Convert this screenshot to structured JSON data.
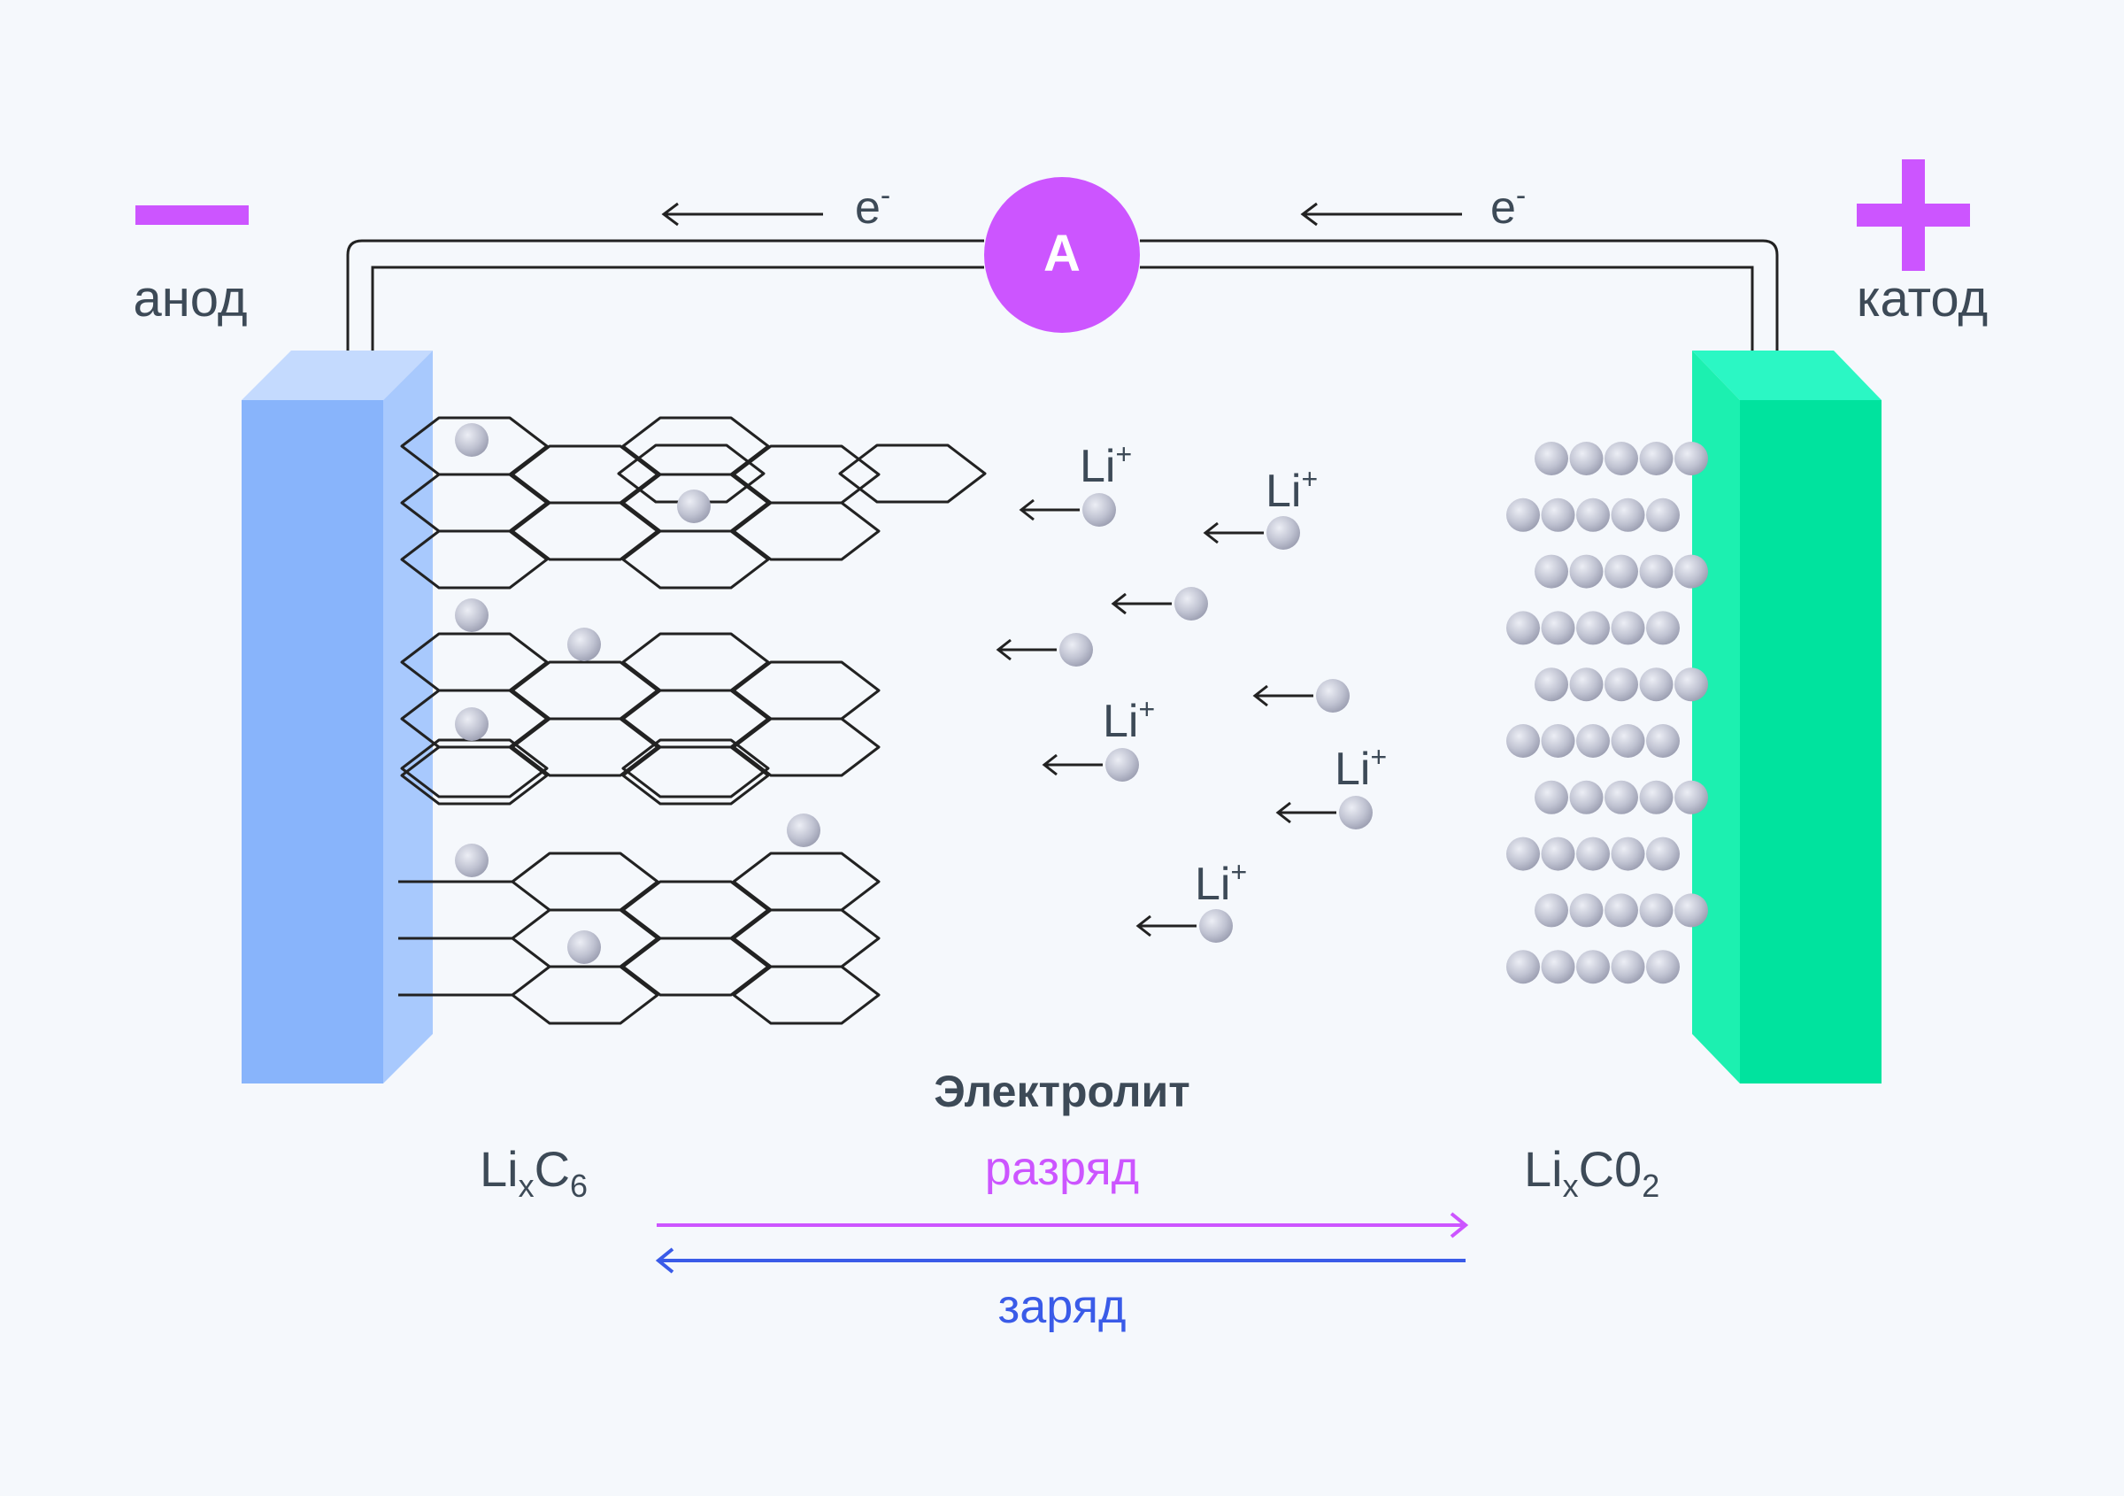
{
  "anode": {
    "sign": "−",
    "label": "анод",
    "formula": {
      "base": "Li",
      "sub1": "x",
      "mid": "C",
      "sub2": "6"
    }
  },
  "cathode": {
    "sign": "+",
    "label": "катод",
    "formula": {
      "base": "Li",
      "sub1": "x",
      "mid": "C0",
      "sub2": "2"
    }
  },
  "circuit": {
    "ammeter": "A",
    "electron": {
      "base": "e",
      "sup": "-"
    }
  },
  "ion": {
    "base": "Li",
    "sup": "+"
  },
  "electrolyte_label": "Электролит",
  "discharge": {
    "label": "разряд"
  },
  "charge": {
    "label": "заряд"
  },
  "colors": {
    "accent": "#cc55ff",
    "charge": "#3a5be8",
    "anode_front": "#88b4fb",
    "anode_side": "#a8c9fd",
    "anode_top": "#c4dafe",
    "cathode_front": "#00e39e",
    "cathode_side": "#1cf0b0",
    "cathode_top": "#2bf7c4",
    "ion": "#b9bccd",
    "text": "#3d4a57"
  }
}
